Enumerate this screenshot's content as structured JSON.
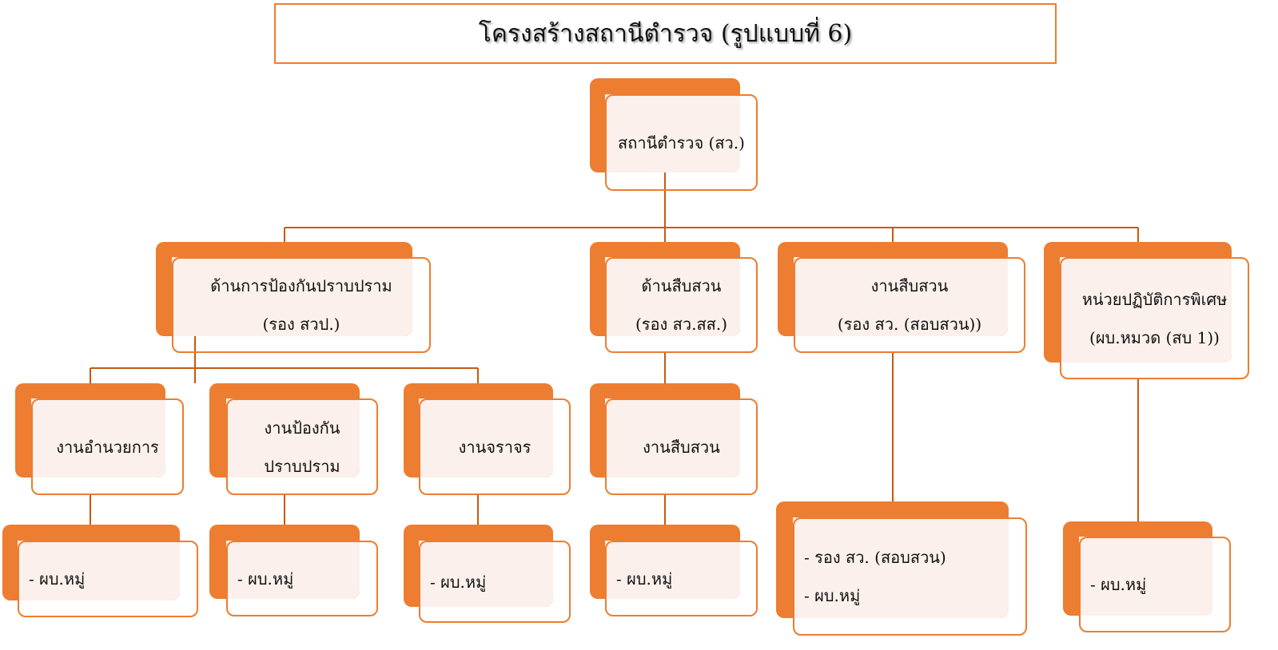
{
  "title": "โครงสร้างสถานีตำรวจ (รูปแบบที่ 6)",
  "colors": {
    "accent": "#ED7D31",
    "fill": "#FBF0EB",
    "connector": "#C55A11"
  },
  "nodes": {
    "root": {
      "lines": [
        "สถานีตำรวจ (สว.)"
      ]
    },
    "prevention": {
      "lines": [
        "ด้านการป้องกันปราบปราม",
        "(รอง สวป.)"
      ]
    },
    "investigation": {
      "lines": [
        "ด้านสืบสวน",
        "(รอง สว.สส.)"
      ]
    },
    "inquiry": {
      "lines": [
        "งานสืบสวน",
        "(รอง สว. (สอบสวน))"
      ]
    },
    "special": {
      "lines": [
        "หน่วยปฏิบัติการพิเศษ",
        "(ผบ.หมวด (สบ 1))"
      ]
    },
    "admin": {
      "lines": [
        "งานอำนวยการ"
      ]
    },
    "prevent_work": {
      "lines": [
        "งานป้องกัน",
        "ปราบปราม"
      ]
    },
    "traffic": {
      "lines": [
        "งานจราจร"
      ]
    },
    "investigation_work": {
      "lines": [
        "งานสืบสวน"
      ]
    },
    "leaf_admin": {
      "lines": [
        "- ผบ.หมู่"
      ]
    },
    "leaf_prevent": {
      "lines": [
        "- ผบ.หมู่"
      ]
    },
    "leaf_traffic": {
      "lines": [
        "- ผบ.หมู่"
      ]
    },
    "leaf_investigation": {
      "lines": [
        "- ผบ.หมู่"
      ]
    },
    "leaf_inquiry": {
      "lines": [
        "- รอง สว. (สอบสวน)",
        "- ผบ.หมู่"
      ]
    },
    "leaf_special": {
      "lines": [
        "- ผบ.หมู่"
      ]
    }
  }
}
